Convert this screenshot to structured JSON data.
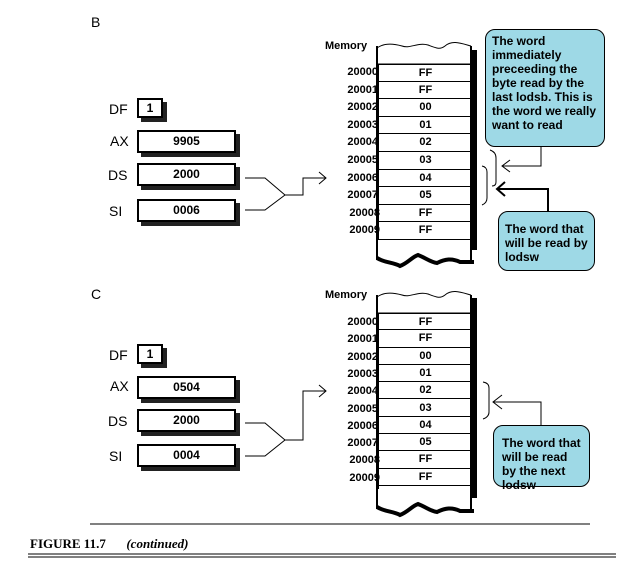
{
  "panels": [
    {
      "label": "B",
      "registers": [
        {
          "name": "DF",
          "value": "1"
        },
        {
          "name": "AX",
          "value": "9905"
        },
        {
          "name": "DS",
          "value": "2000"
        },
        {
          "name": "SI",
          "value": "0006"
        }
      ],
      "memory_title": "Memory",
      "memory": [
        {
          "address": "20000",
          "value": "FF"
        },
        {
          "address": "20001",
          "value": "FF"
        },
        {
          "address": "20002",
          "value": "00"
        },
        {
          "address": "20003",
          "value": "01"
        },
        {
          "address": "20004",
          "value": "02"
        },
        {
          "address": "20005",
          "value": "03"
        },
        {
          "address": "20006",
          "value": "04"
        },
        {
          "address": "20007",
          "value": "05"
        },
        {
          "address": "20008",
          "value": "FF"
        },
        {
          "address": "20009",
          "value": "FF"
        }
      ],
      "pointer_address": "20006",
      "callouts": [
        {
          "text": "The word immediately preceeding the byte read by the last lodsb. This is the word we really want to read",
          "bracket_range": [
            "20005",
            "20006"
          ]
        },
        {
          "text": "The word that will be read by lodsw",
          "bracket_range": [
            "20006",
            "20007"
          ]
        }
      ]
    },
    {
      "label": "C",
      "registers": [
        {
          "name": "DF",
          "value": "1"
        },
        {
          "name": "AX",
          "value": "0504"
        },
        {
          "name": "DS",
          "value": "2000"
        },
        {
          "name": "SI",
          "value": "0004"
        }
      ],
      "memory_title": "Memory",
      "memory": [
        {
          "address": "20000",
          "value": "FF"
        },
        {
          "address": "20001",
          "value": "FF"
        },
        {
          "address": "20002",
          "value": "00"
        },
        {
          "address": "20003",
          "value": "01"
        },
        {
          "address": "20004",
          "value": "02"
        },
        {
          "address": "20005",
          "value": "03"
        },
        {
          "address": "20006",
          "value": "04"
        },
        {
          "address": "20007",
          "value": "05"
        },
        {
          "address": "20008",
          "value": "FF"
        },
        {
          "address": "20009",
          "value": "FF"
        }
      ],
      "pointer_address": "20004",
      "callouts": [
        {
          "text": "The word that will be read by the next lodsw",
          "bracket_range": [
            "20004",
            "20005"
          ]
        }
      ]
    }
  ],
  "caption": {
    "figure": "FIGURE 11.7",
    "note": "(continued)"
  },
  "colors": {
    "callout_fill": "#9ed9e6",
    "line": "#000000"
  }
}
